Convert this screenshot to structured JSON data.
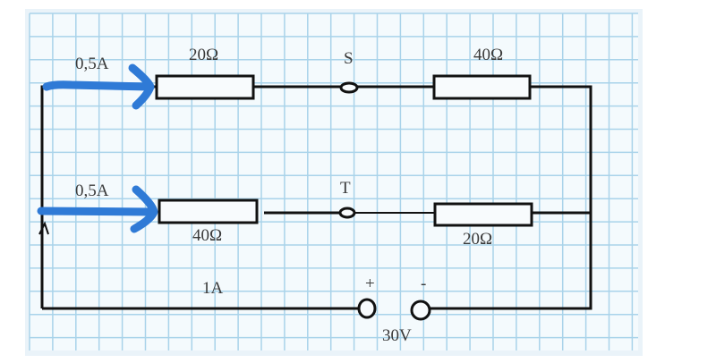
{
  "colors": {
    "grid": "#a9d3ea",
    "wire": "#111111",
    "arrow": "#2f7ad6",
    "paper": "#f4fafd"
  },
  "labels": {
    "top_current": "0,5A",
    "top_left_resistor": "20Ω",
    "switch_s": "S",
    "top_right_resistor": "40Ω",
    "mid_current": "0,5A",
    "switch_t": "T",
    "mid_left_resistor": "40Ω",
    "mid_right_resistor": "20Ω",
    "total_current": "1A",
    "plus": "+",
    "minus": "-",
    "voltage": "30V"
  }
}
